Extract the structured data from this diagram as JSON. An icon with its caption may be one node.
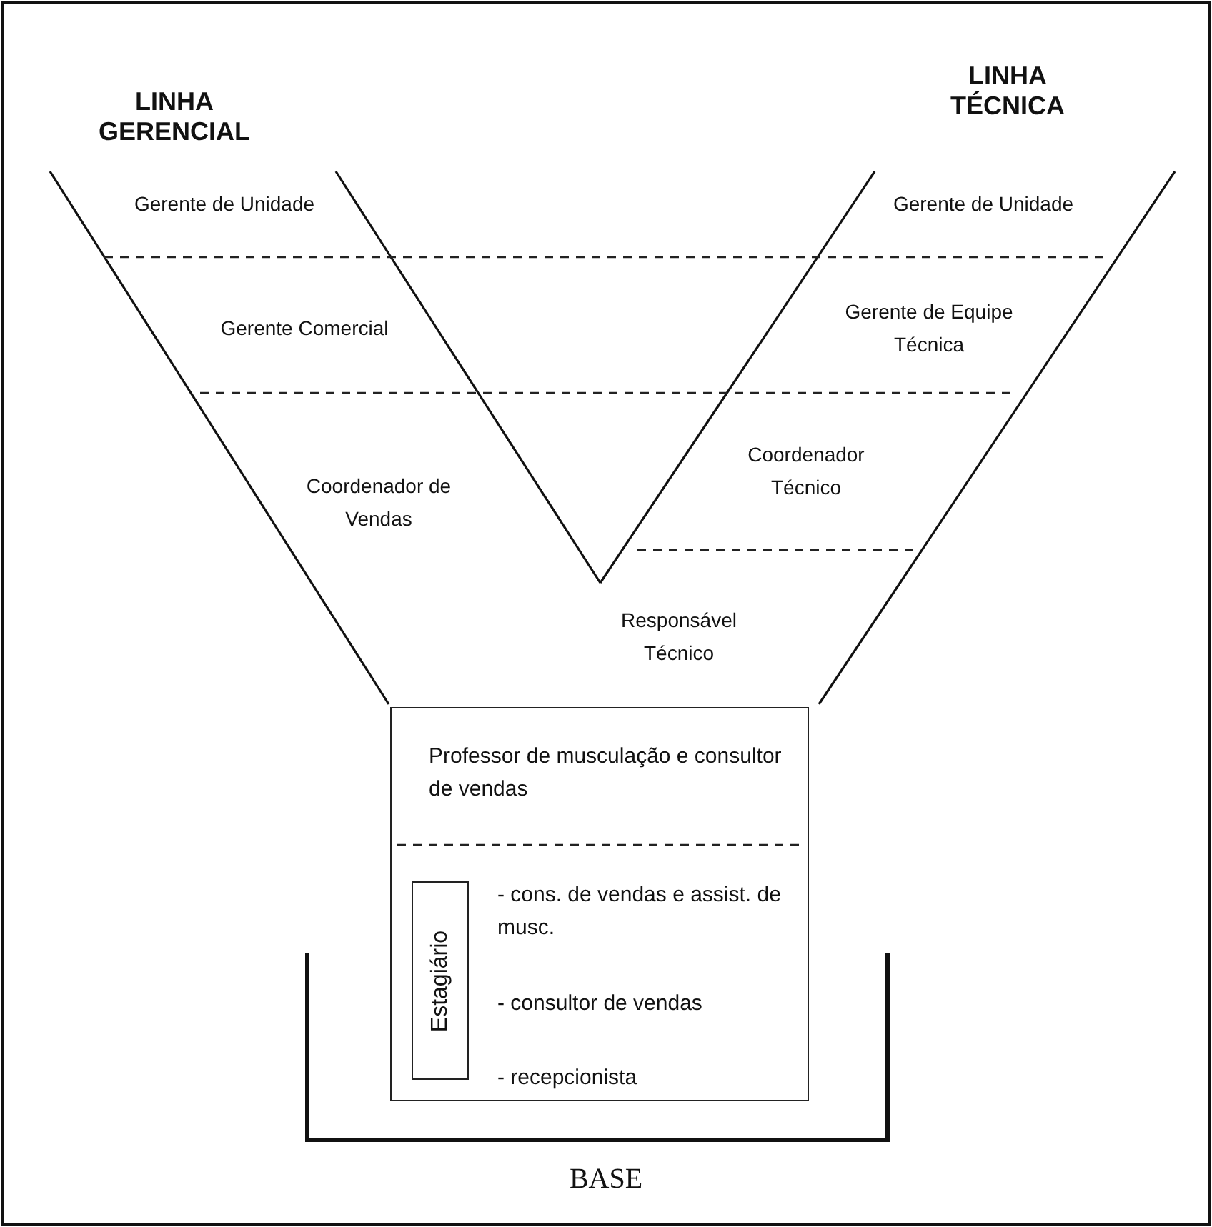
{
  "diagram": {
    "nodes": [
      {
        "text": [
          "Professor de musculação e consultor de vendas",
          "- cons. de vendas e assist. de musc.",
          "- consultor de vendas",
          "- recepcionista"
        ]
      },
      {
        "text": [
          "Estagiário"
        ],
        "in": 0
      }
    ],
    "labels": [
      "LINHA GERENCIAL",
      "LINHA TÉCNICA",
      "Gerente de Unidade",
      "Gerente de Unidade",
      "Gerente Comercial",
      "Gerente de Equipe Técnica",
      "Coordenador de Vendas",
      "Coordenador Técnico",
      "Responsável Técnico",
      "BASE"
    ]
  }
}
